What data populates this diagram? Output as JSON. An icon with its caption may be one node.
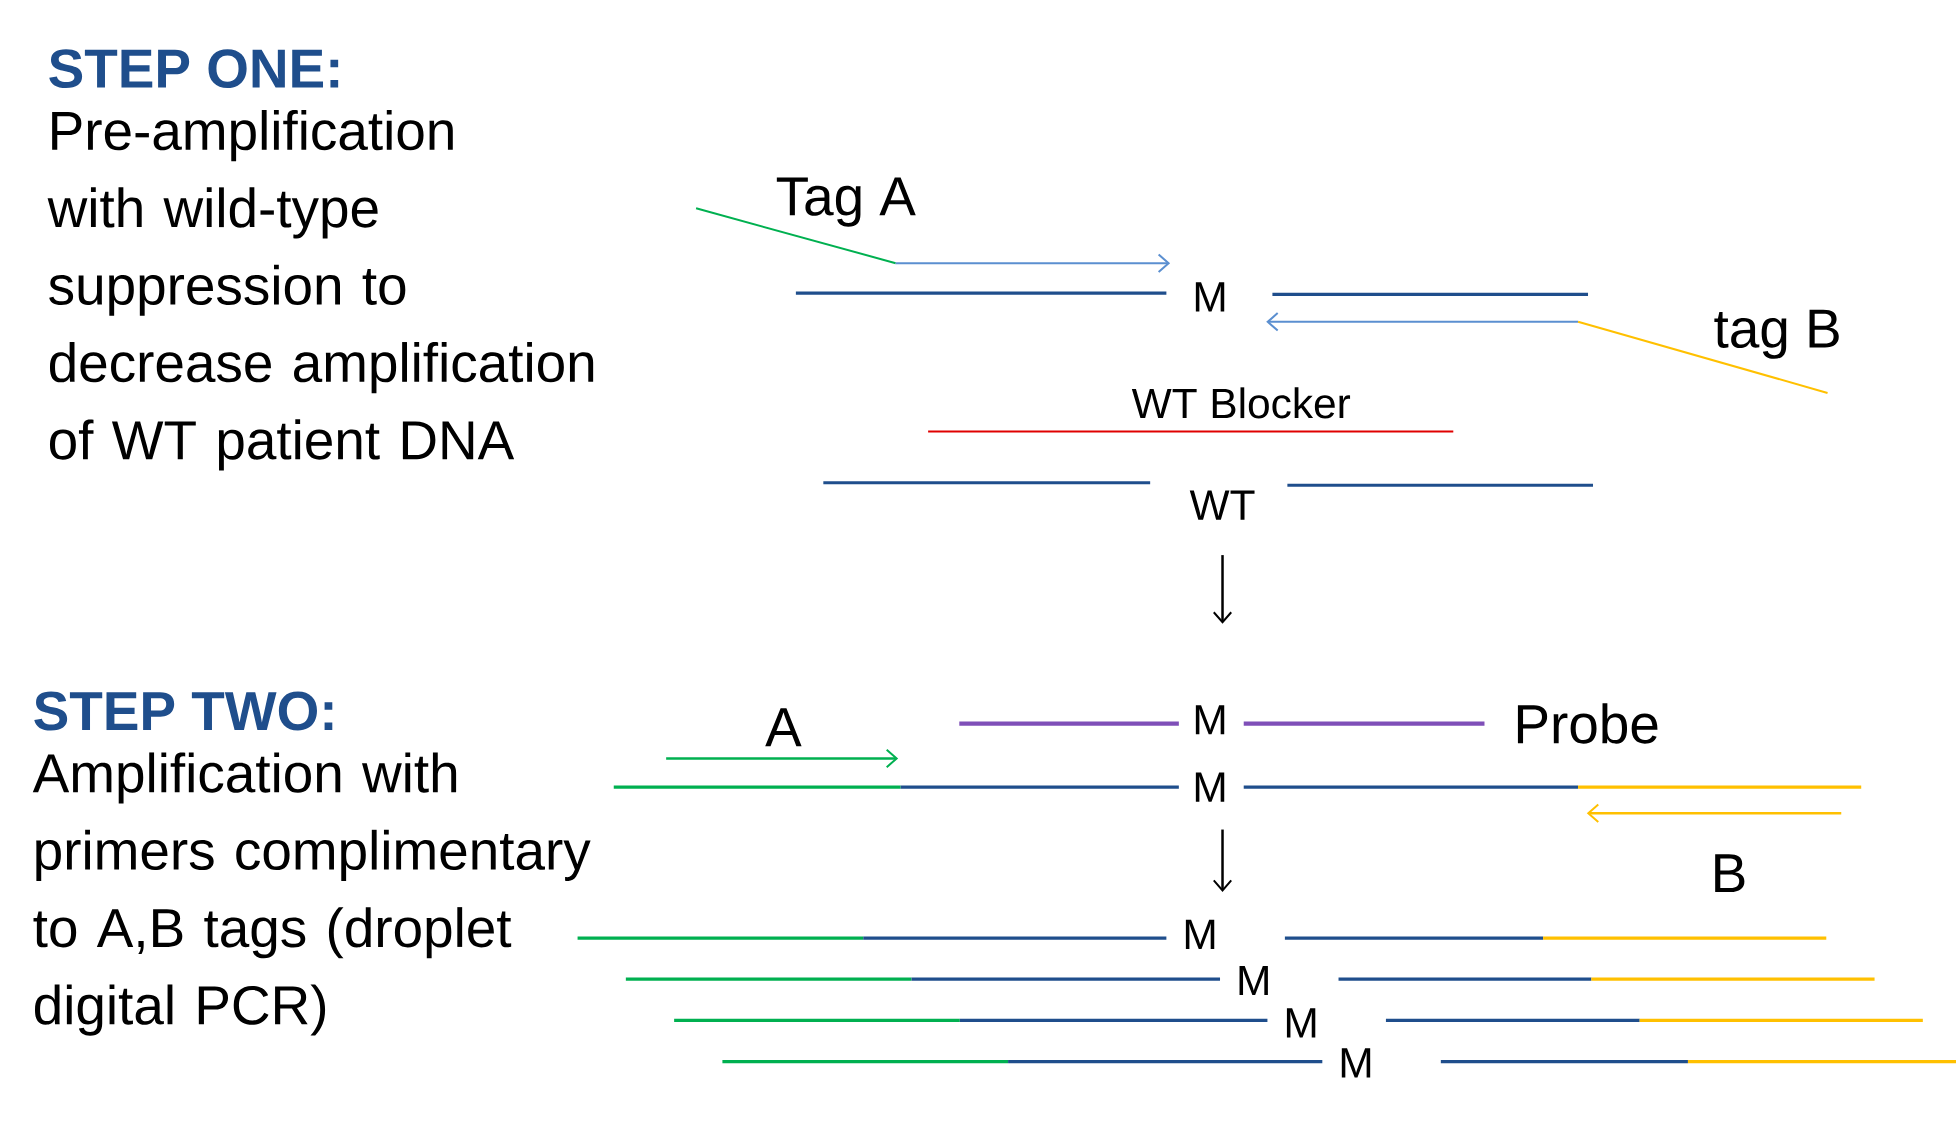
{
  "diagram": {
    "labels": [
      "STEP ONE:",
      "Pre-amplification with wild-type suppression to decrease amplification of WT patient DNA",
      "Tag A",
      "M",
      "tag B",
      "WT Blocker",
      "WT",
      "STEP TWO:",
      "Amplification with primers complimentary to A,B tags (droplet digital PCR)",
      "A",
      "M",
      "Probe",
      "M",
      "B",
      "M",
      "M",
      "M",
      "M"
    ]
  }
}
